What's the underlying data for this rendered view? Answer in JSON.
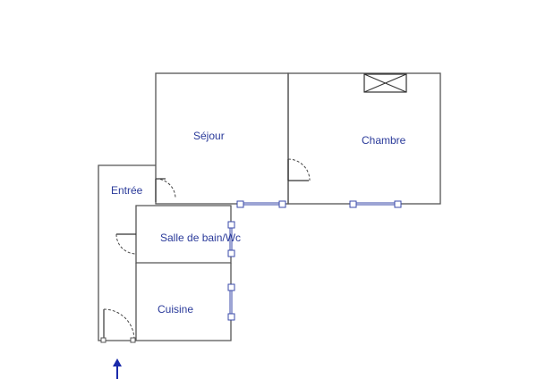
{
  "plan": {
    "rooms": {
      "sejour": "Séjour",
      "chambre": "Chambre",
      "entree": "Entrée",
      "salle_de_bain": "Salle de bain/Wc",
      "cuisine": "Cuisine"
    },
    "colors": {
      "wall": "#555555",
      "label": "#2a3a9a",
      "window": "#3a4aaa",
      "arrow": "#1a2aaa"
    },
    "icons": {
      "entrance": "arrow-up-icon",
      "skylight": "crossed-box-icon"
    }
  }
}
